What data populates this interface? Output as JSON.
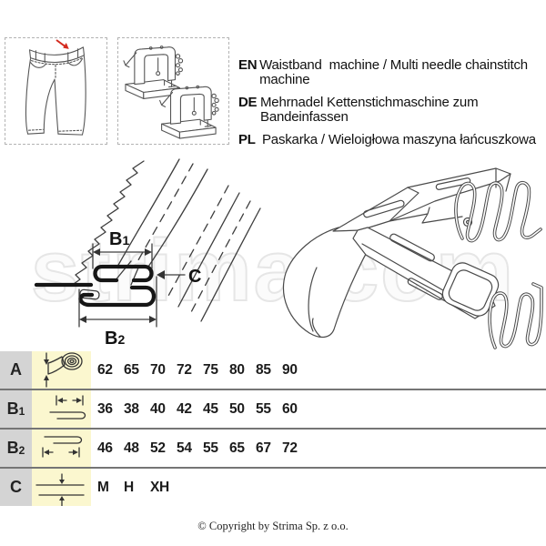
{
  "page": {
    "watermark": "strima.com",
    "copyright": "© Copyright by Strima Sp. z o.o."
  },
  "languages": [
    {
      "code": "EN",
      "text": "Waistband  machine / Multi needle chainstitch machine"
    },
    {
      "code": "DE",
      "text": "Mehrnadel Kettenstichmaschine zum Bandeinfassen"
    },
    {
      "code": "PL",
      "text": "Paskarka / Wieloigłowa maszyna łańcuszkowa"
    }
  ],
  "diagram": {
    "dim_b1": {
      "base": "B",
      "sub": "1"
    },
    "dim_b2": {
      "base": "B",
      "sub": "2"
    },
    "dim_c": {
      "base": "C",
      "sub": ""
    }
  },
  "table": {
    "rows": [
      {
        "label": "A",
        "label_sub": "",
        "icon": "tape-roll-width-icon",
        "values": [
          "62",
          "65",
          "70",
          "72",
          "75",
          "80",
          "85",
          "90"
        ]
      },
      {
        "label": "B",
        "label_sub": "1",
        "icon": "fold-top-width-icon",
        "values": [
          "36",
          "38",
          "40",
          "42",
          "45",
          "50",
          "55",
          "60"
        ]
      },
      {
        "label": "B",
        "label_sub": "2",
        "icon": "fold-bottom-width-icon",
        "values": [
          "46",
          "48",
          "52",
          "54",
          "55",
          "65",
          "67",
          "72"
        ]
      },
      {
        "label": "C",
        "label_sub": "",
        "icon": "material-thickness-icon",
        "values": [
          "M",
          "H",
          "XH"
        ]
      }
    ]
  },
  "colors": {
    "accent_red": "#d42a1e",
    "table_label_bg": "#d4d4d4",
    "table_icon_bg": "#fbf7cf",
    "divider_gray": "#757575",
    "watermark_gray": "#e6e6e6",
    "line_dark": "#3d3d3d"
  }
}
